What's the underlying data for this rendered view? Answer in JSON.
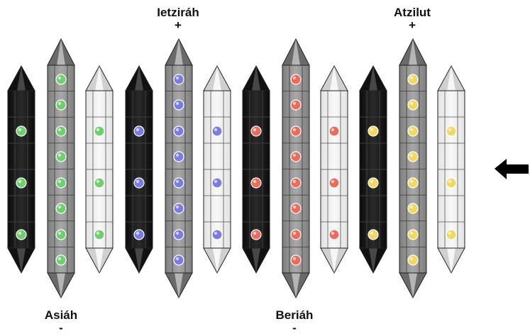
{
  "labels": [
    {
      "name": "Ietziráh",
      "sign": "+"
    },
    {
      "name": "Atzilut",
      "sign": "+"
    },
    {
      "name": "Asiáh",
      "sign": "-"
    },
    {
      "name": "Beriáh",
      "sign": "-"
    }
  ],
  "colors": {
    "green": "#6fcf6f",
    "blue": "#7b7be8",
    "red": "#f06a5a",
    "yellow": "#f2d860",
    "dark_column": "#1c1c1c",
    "gray_column": "#9a9a9a",
    "light_column": "#f2f2f2",
    "arrow": "#000000"
  },
  "groups": [
    {
      "world": "Asiáh",
      "color": "green"
    },
    {
      "world": "Ietziráh",
      "color": "blue"
    },
    {
      "world": "Beriáh",
      "color": "red"
    },
    {
      "world": "Atzilut",
      "color": "yellow"
    }
  ],
  "arrow": {
    "direction": "left",
    "icon": "left-arrow-icon"
  }
}
